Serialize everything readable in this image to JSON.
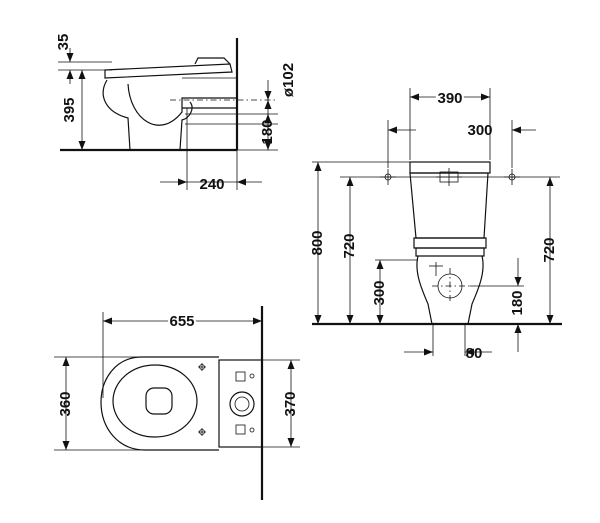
{
  "side_view": {
    "dim_top_gap": "35",
    "dim_height": "395",
    "dim_pipe_diameter": "ø102",
    "dim_outlet_height": "180",
    "dim_wall_offset": "240"
  },
  "front_view": {
    "dim_tank_width": "390",
    "dim_fixing_distance": "300",
    "dim_total_height": "800",
    "dim_fixing_height_left": "720",
    "dim_fixing_height_right": "720",
    "dim_water_inlet_height": "300",
    "dim_outlet_height": "180",
    "dim_outlet_width": "80"
  },
  "top_view": {
    "dim_length": "655",
    "dim_bowl_width": "360",
    "dim_tank_width": "370"
  }
}
